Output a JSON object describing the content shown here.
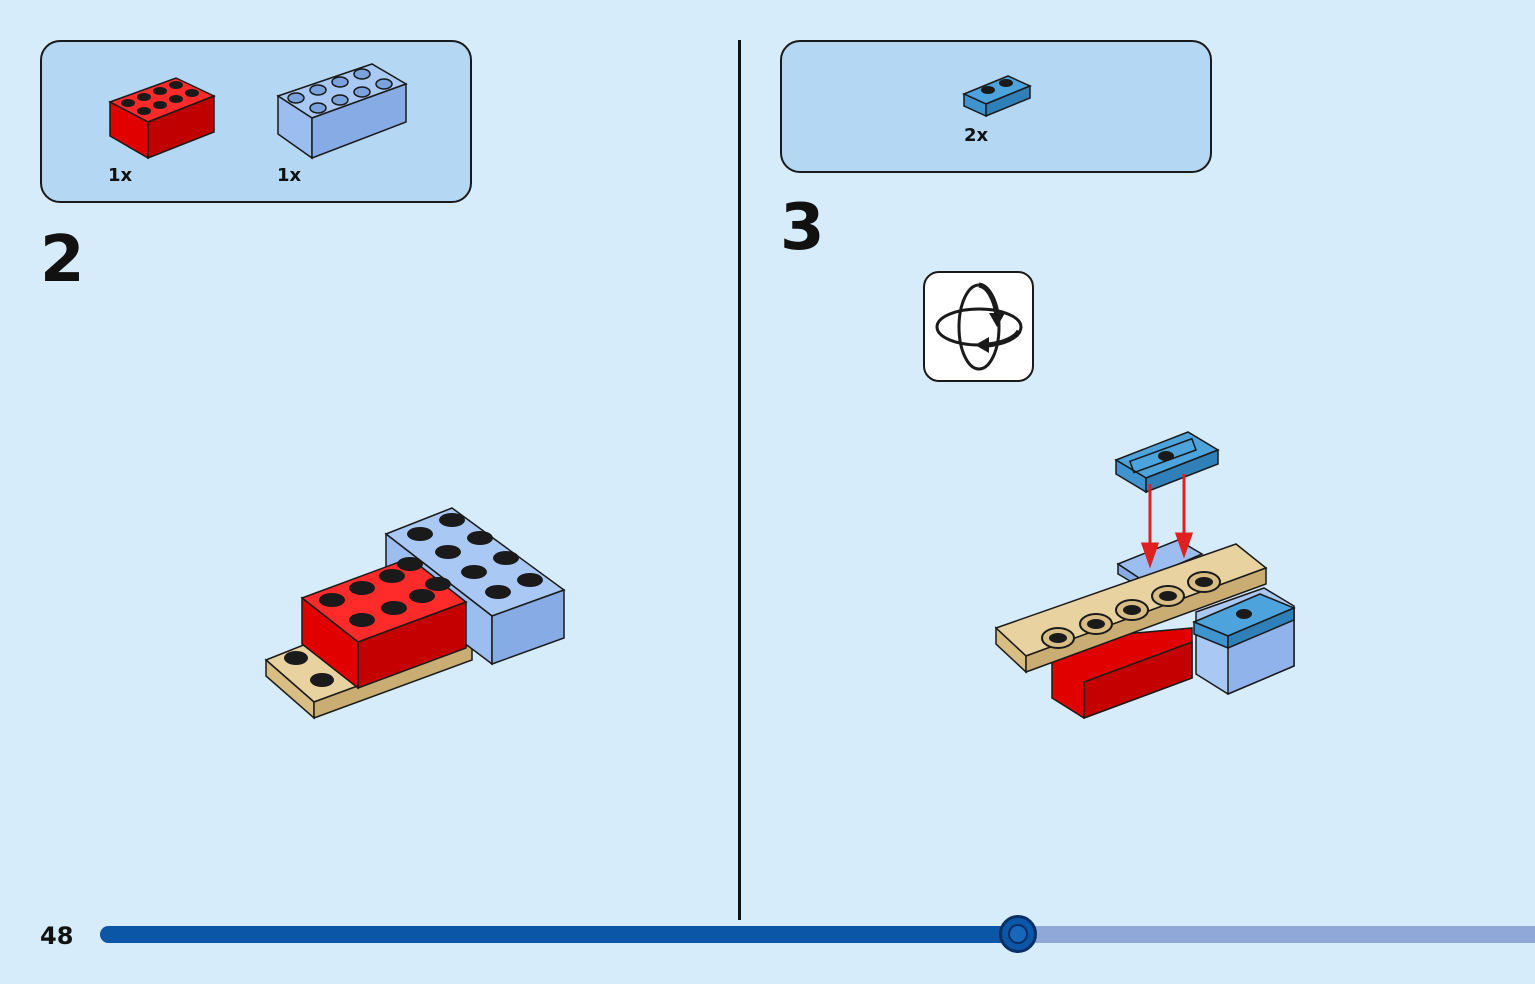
{
  "step_left": {
    "number": "2",
    "parts": [
      {
        "name": "red-2x4-brick",
        "quantity": "1x",
        "color": "#e00000"
      },
      {
        "name": "light-blue-2x4-brick",
        "quantity": "1x",
        "color": "#8fb6ee"
      }
    ]
  },
  "step_right": {
    "number": "3",
    "parts": [
      {
        "name": "blue-1x2-plate",
        "quantity": "2x",
        "color": "#3f94cf"
      }
    ],
    "rotate_icon": "rotate-model-icon"
  },
  "footer": {
    "page_number": "48",
    "progress_fraction": 0.64
  },
  "colors": {
    "background": "#d6ecfa",
    "parts_box": "#b4d7f3",
    "progress_fill": "#0b56a6",
    "progress_track": "#8fa8d8",
    "red_brick": "#e00000",
    "light_blue_brick": "#8fb6ee",
    "blue_plate": "#3f94cf",
    "tan_plate": "#dcc28a",
    "arrow": "#e02020"
  }
}
